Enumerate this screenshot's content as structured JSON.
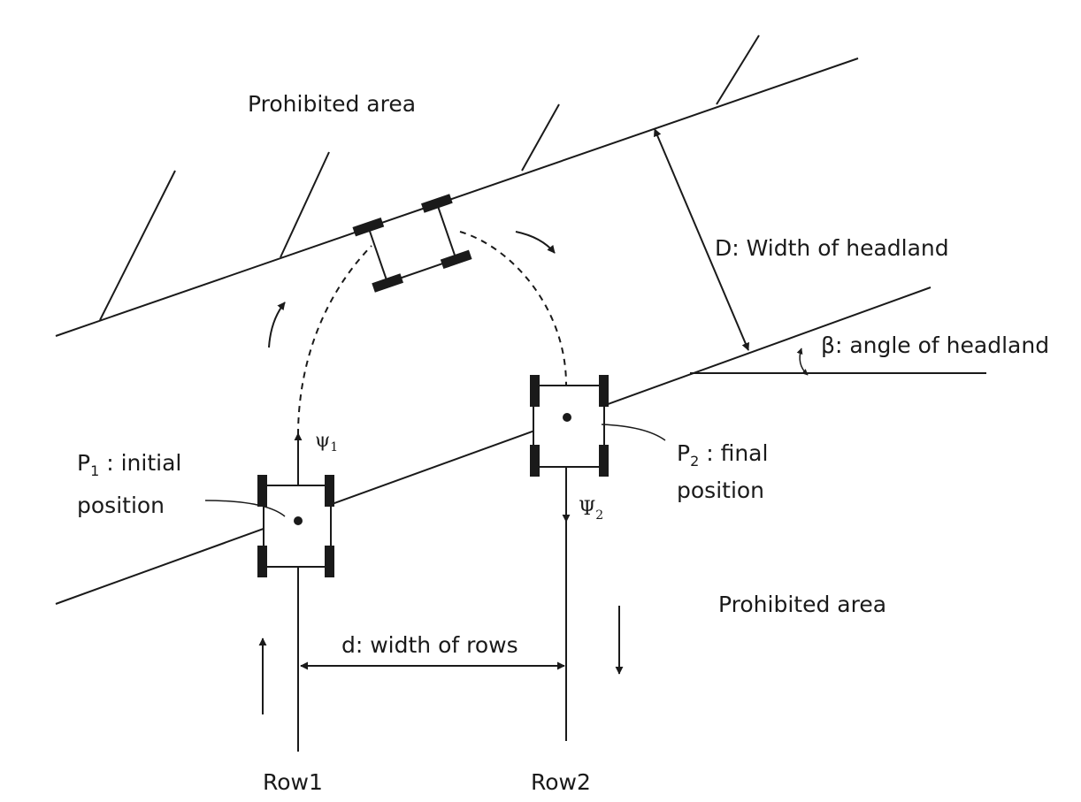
{
  "labels": {
    "prohibited_top": "Prohibited area",
    "prohibited_bottom": "Prohibited area",
    "headland_width": "D: Width of headland",
    "headland_angle": "β: angle of headland",
    "row_width": "d: width of rows",
    "p1_symbol": "P",
    "p1_sub": "1",
    "p1_text1": " : initial",
    "p1_text2": "position",
    "p2_symbol": "P",
    "p2_sub": "2",
    "p2_text1": " : final",
    "p2_text2": "position",
    "psi1_symbol": "ψ",
    "psi1_sub": "1",
    "psi2_symbol": "Ψ",
    "psi2_sub": "2",
    "row1": "Row1",
    "row2": "Row2"
  },
  "colors": {
    "line": "#1a1a1a",
    "background": "#ffffff"
  }
}
